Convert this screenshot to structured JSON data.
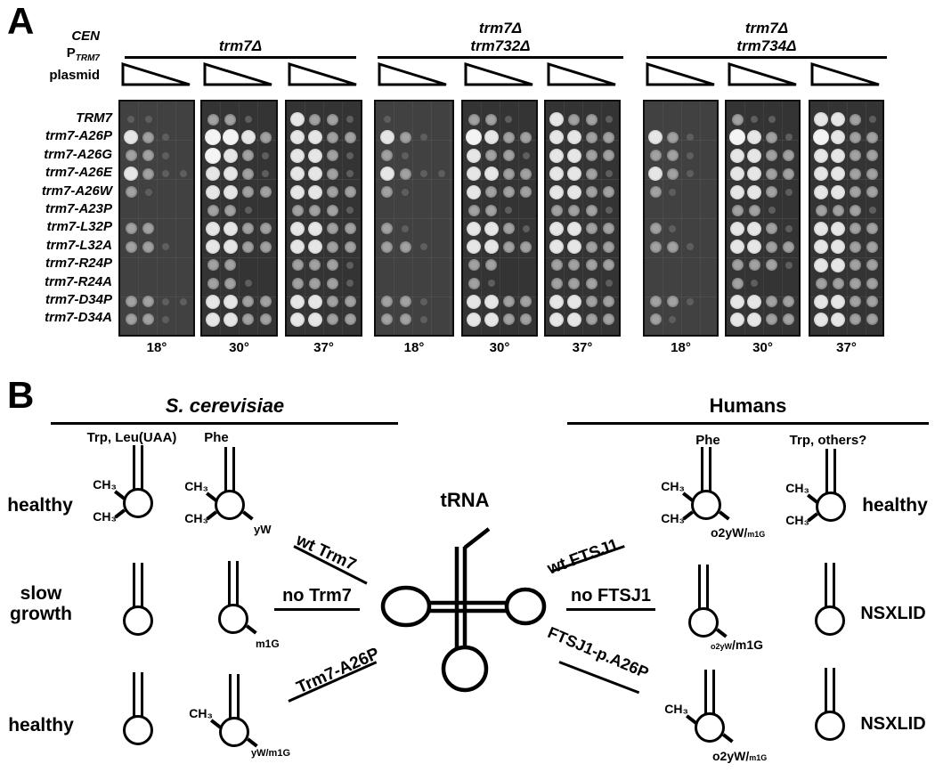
{
  "panelA": {
    "label": "A",
    "header": {
      "cen": "CEN",
      "p": "P",
      "p_sub": "TRM7",
      "plasmid": "plasmid"
    },
    "groups": [
      {
        "line1": "trm7Δ",
        "line2": ""
      },
      {
        "line1": "trm7Δ",
        "line2": "trm732Δ"
      },
      {
        "line1": "trm7Δ",
        "line2": "trm734Δ"
      }
    ],
    "rows": [
      "TRM7",
      "trm7-A26P",
      "trm7-A26G",
      "trm7-A26E",
      "trm7-A26W",
      "trm7-A23P",
      "trm7-L32P",
      "trm7-L32A",
      "trm7-R24P",
      "trm7-R24A",
      "trm7-D34P",
      "trm7-D34A"
    ],
    "dilution_icon": "serial-dilution-triangle",
    "plates": [
      {
        "group": 0,
        "temp": "18°",
        "spots": [
          [
            1,
            1,
            0,
            0
          ],
          [
            3,
            2,
            1,
            0
          ],
          [
            2,
            2,
            1,
            0
          ],
          [
            3,
            2,
            1,
            1
          ],
          [
            2,
            1,
            0,
            0
          ],
          [
            0,
            0,
            0,
            0
          ],
          [
            2,
            2,
            0,
            0
          ],
          [
            2,
            2,
            1,
            0
          ],
          [
            0,
            0,
            0,
            0
          ],
          [
            0,
            0,
            0,
            0
          ],
          [
            2,
            2,
            1,
            1
          ],
          [
            2,
            2,
            1,
            0
          ]
        ]
      },
      {
        "group": 0,
        "temp": "30°",
        "spots": [
          [
            2,
            2,
            1,
            0
          ],
          [
            4,
            4,
            3,
            2
          ],
          [
            4,
            3,
            2,
            1
          ],
          [
            3,
            3,
            2,
            1
          ],
          [
            3,
            3,
            2,
            2
          ],
          [
            2,
            2,
            1,
            0
          ],
          [
            3,
            3,
            2,
            2
          ],
          [
            3,
            3,
            2,
            2
          ],
          [
            2,
            2,
            0,
            0
          ],
          [
            2,
            2,
            1,
            0
          ],
          [
            3,
            3,
            2,
            2
          ],
          [
            3,
            3,
            2,
            2
          ]
        ]
      },
      {
        "group": 0,
        "temp": "37°",
        "spots": [
          [
            3,
            2,
            2,
            1
          ],
          [
            3,
            3,
            2,
            2
          ],
          [
            3,
            3,
            2,
            1
          ],
          [
            3,
            3,
            2,
            1
          ],
          [
            3,
            3,
            2,
            2
          ],
          [
            2,
            2,
            2,
            1
          ],
          [
            3,
            3,
            2,
            2
          ],
          [
            3,
            3,
            2,
            2
          ],
          [
            2,
            2,
            2,
            1
          ],
          [
            2,
            2,
            2,
            1
          ],
          [
            3,
            3,
            2,
            2
          ],
          [
            3,
            3,
            2,
            2
          ]
        ]
      },
      {
        "group": 1,
        "temp": "18°",
        "spots": [
          [
            1,
            0,
            0,
            0
          ],
          [
            3,
            2,
            1,
            0
          ],
          [
            2,
            1,
            0,
            0
          ],
          [
            3,
            2,
            1,
            1
          ],
          [
            2,
            1,
            0,
            0
          ],
          [
            0,
            0,
            0,
            0
          ],
          [
            2,
            1,
            0,
            0
          ],
          [
            2,
            2,
            1,
            0
          ],
          [
            0,
            0,
            0,
            0
          ],
          [
            0,
            0,
            0,
            0
          ],
          [
            2,
            2,
            1,
            0
          ],
          [
            2,
            2,
            1,
            0
          ]
        ]
      },
      {
        "group": 1,
        "temp": "30°",
        "spots": [
          [
            2,
            2,
            1,
            0
          ],
          [
            4,
            3,
            2,
            2
          ],
          [
            3,
            2,
            2,
            1
          ],
          [
            3,
            3,
            2,
            2
          ],
          [
            3,
            2,
            2,
            2
          ],
          [
            2,
            2,
            1,
            0
          ],
          [
            3,
            3,
            2,
            1
          ],
          [
            3,
            3,
            2,
            2
          ],
          [
            2,
            2,
            0,
            0
          ],
          [
            2,
            1,
            0,
            0
          ],
          [
            3,
            3,
            2,
            2
          ],
          [
            3,
            3,
            2,
            2
          ]
        ]
      },
      {
        "group": 1,
        "temp": "37°",
        "spots": [
          [
            3,
            2,
            2,
            1
          ],
          [
            3,
            3,
            2,
            2
          ],
          [
            3,
            3,
            2,
            2
          ],
          [
            3,
            3,
            2,
            1
          ],
          [
            3,
            3,
            2,
            2
          ],
          [
            2,
            2,
            2,
            1
          ],
          [
            3,
            3,
            2,
            2
          ],
          [
            3,
            3,
            2,
            2
          ],
          [
            2,
            2,
            2,
            2
          ],
          [
            2,
            2,
            2,
            1
          ],
          [
            3,
            3,
            2,
            2
          ],
          [
            3,
            3,
            2,
            2
          ]
        ]
      },
      {
        "group": 2,
        "temp": "18°",
        "spots": [
          [
            0,
            0,
            0,
            0
          ],
          [
            3,
            2,
            1,
            0
          ],
          [
            2,
            2,
            1,
            0
          ],
          [
            3,
            2,
            1,
            0
          ],
          [
            2,
            1,
            0,
            0
          ],
          [
            0,
            0,
            0,
            0
          ],
          [
            2,
            1,
            0,
            0
          ],
          [
            2,
            2,
            1,
            0
          ],
          [
            0,
            0,
            0,
            0
          ],
          [
            0,
            0,
            0,
            0
          ],
          [
            2,
            2,
            1,
            0
          ],
          [
            2,
            1,
            0,
            0
          ]
        ]
      },
      {
        "group": 2,
        "temp": "30°",
        "spots": [
          [
            2,
            1,
            1,
            0
          ],
          [
            4,
            3,
            2,
            1
          ],
          [
            3,
            3,
            2,
            2
          ],
          [
            3,
            3,
            2,
            2
          ],
          [
            3,
            3,
            2,
            1
          ],
          [
            2,
            2,
            1,
            0
          ],
          [
            3,
            3,
            2,
            1
          ],
          [
            3,
            3,
            2,
            2
          ],
          [
            2,
            2,
            2,
            1
          ],
          [
            2,
            1,
            0,
            0
          ],
          [
            3,
            3,
            2,
            2
          ],
          [
            3,
            3,
            2,
            2
          ]
        ]
      },
      {
        "group": 2,
        "temp": "37°",
        "spots": [
          [
            3,
            3,
            2,
            1
          ],
          [
            4,
            3,
            2,
            2
          ],
          [
            3,
            3,
            2,
            2
          ],
          [
            3,
            3,
            2,
            2
          ],
          [
            3,
            3,
            2,
            2
          ],
          [
            2,
            2,
            2,
            1
          ],
          [
            3,
            3,
            2,
            2
          ],
          [
            3,
            3,
            2,
            2
          ],
          [
            3,
            3,
            2,
            2
          ],
          [
            2,
            2,
            2,
            2
          ],
          [
            3,
            3,
            2,
            2
          ],
          [
            3,
            3,
            2,
            2
          ]
        ]
      }
    ]
  },
  "panelB": {
    "label": "B",
    "center": {
      "title": "tRNA"
    },
    "yeast": {
      "title": "S. cerevisiae",
      "columns": [
        "Trp, Leu(UAA)",
        "Phe"
      ],
      "states": [
        "healthy",
        "slow growth",
        "healthy"
      ],
      "enzymes": [
        "wt Trm7",
        "no Trm7",
        "Trm7-A26P"
      ],
      "structs": {
        "r1s1": {
          "ch3_top": "CH₃",
          "ch3_bot": "CH₃"
        },
        "r1s2": {
          "ch3_top": "CH₃",
          "ch3_bot": "CH₃",
          "tag": "yW"
        },
        "r2s2": {
          "tag": "m1G"
        },
        "r3s2": {
          "ch3_top": "CH₃",
          "tag": "yW/m1G"
        }
      }
    },
    "human": {
      "title": "Humans",
      "columns": [
        "Phe",
        "Trp, others?"
      ],
      "states": [
        "healthy",
        "NSXLID",
        "NSXLID"
      ],
      "enzymes": [
        "wt FTSJ1",
        "no FTSJ1",
        "FTSJ1-p.A26P"
      ],
      "structs": {
        "r1s1": {
          "ch3_top": "CH₃",
          "ch3_bot": "CH₃",
          "tag_main": "o2yW/",
          "tag_sub": "m1G"
        },
        "r1s2": {
          "ch3_top": "CH₃",
          "ch3_bot": "CH₃"
        },
        "r2s1": {
          "tag_presub": "o2yW",
          "tag_main": "/m1G"
        },
        "r3s1": {
          "ch3_top": "CH₃",
          "tag_main": "o2yW/",
          "tag_sub": "m1G"
        }
      }
    }
  }
}
